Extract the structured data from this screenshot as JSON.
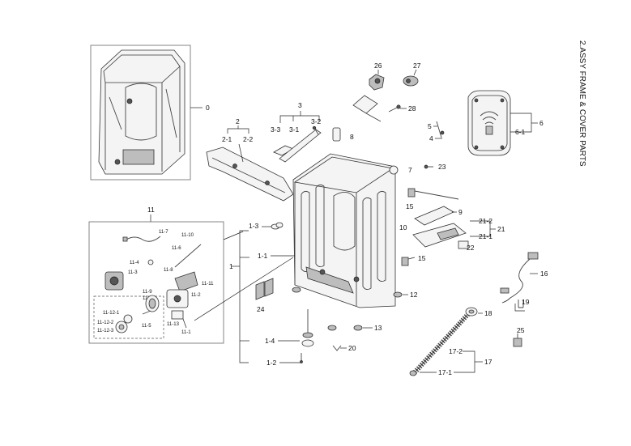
{
  "title": "2.ASSY FRAME & COVER PARTS",
  "callouts": {
    "c0": "0",
    "c1": "1",
    "c1_1": "1-1",
    "c1_2": "1-2",
    "c1_3": "1-3",
    "c1_4": "1-4",
    "c2": "2",
    "c2_1": "2-1",
    "c2_2": "2-2",
    "c3": "3",
    "c3_1": "3-1",
    "c3_2": "3-2",
    "c3_3": "3-3",
    "c4": "4",
    "c5": "5",
    "c6": "6",
    "c6_1": "6-1",
    "c7": "7",
    "c8": "8",
    "c9": "9",
    "c10": "10",
    "c11": "11",
    "c11_1": "11-1",
    "c11_2": "11-2",
    "c11_3": "11-3",
    "c11_4": "11-4",
    "c11_5": "11-5",
    "c11_6": "11-6",
    "c11_7": "11-7",
    "c11_8": "11-8",
    "c11_9": "11-9",
    "c11_10": "11-10",
    "c11_11": "11-11",
    "c11_12": "11-12",
    "c11_13": "11-13",
    "c11_12_1": "11-12-1",
    "c11_12_2": "11-12-2",
    "c11_12_3": "11-12-3",
    "c12": "12",
    "c13": "13",
    "c15a": "15",
    "c15b": "15",
    "c16": "16",
    "c17": "17",
    "c17_1": "17-1",
    "c17_2": "17-2",
    "c18": "18",
    "c19": "19",
    "c20": "20",
    "c21": "21",
    "c21_1": "21-1",
    "c21_2": "21-2",
    "c22": "22",
    "c23": "23",
    "c24": "24",
    "c25": "25",
    "c26": "26",
    "c27": "27",
    "c28": "28"
  }
}
